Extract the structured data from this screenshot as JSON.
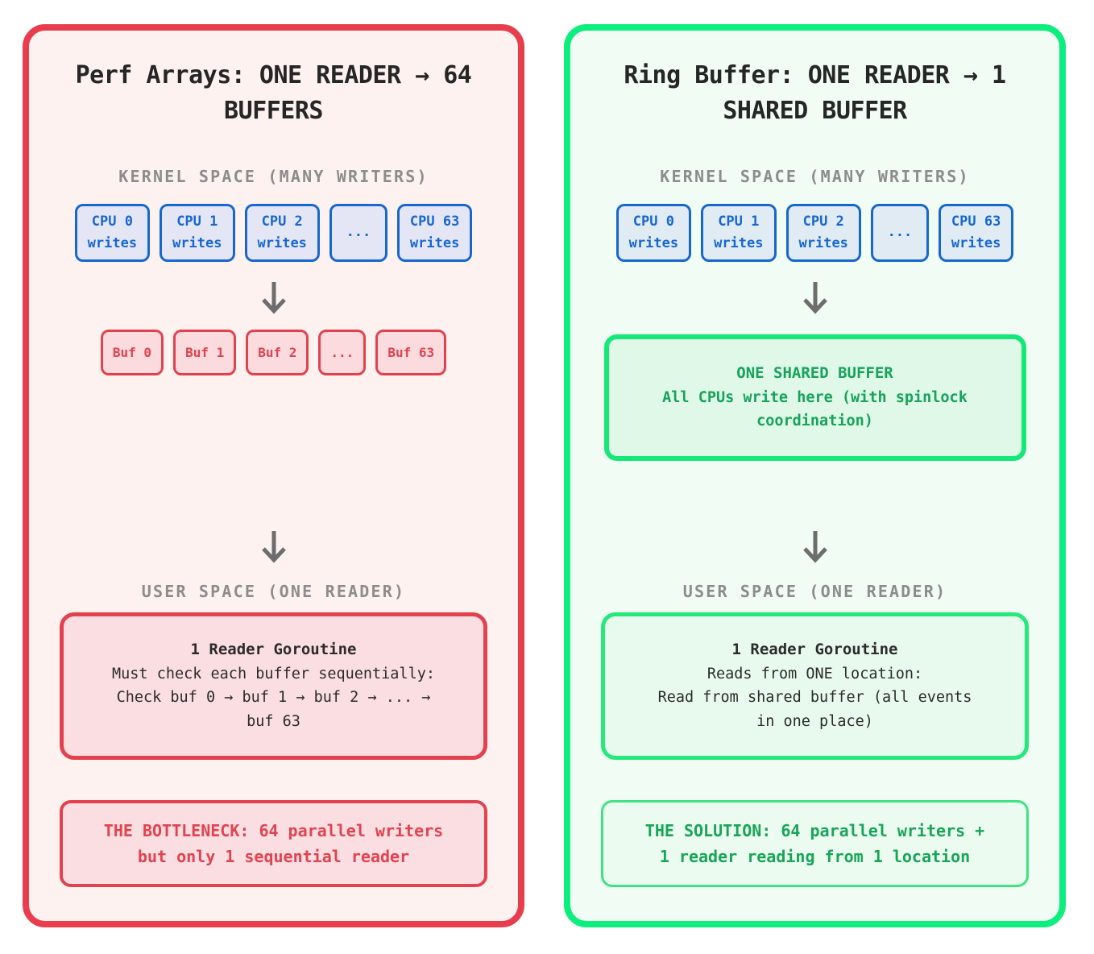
{
  "left_panel": {
    "title": "Perf Arrays: ONE READER → 64 BUFFERS",
    "kernel_label": "KERNEL SPACE (MANY WRITERS)",
    "cpus": [
      {
        "line1": "CPU 0",
        "line2": "writes"
      },
      {
        "line1": "CPU 1",
        "line2": "writes"
      },
      {
        "line1": "CPU 2",
        "line2": "writes"
      },
      {
        "line1": "...",
        "line2": ""
      },
      {
        "line1": "CPU 63",
        "line2": "writes"
      }
    ],
    "bufs": [
      "Buf 0",
      "Buf 1",
      "Buf 2",
      "...",
      "Buf 63"
    ],
    "user_label": "USER SPACE (ONE READER)",
    "reader": {
      "title": "1 Reader Goroutine",
      "line1": "Must check each buffer sequentially:",
      "line2": "Check buf 0 → buf 1 → buf 2 → ... → buf 63"
    },
    "verdict": "THE BOTTLENECK: 64 parallel writers but only 1 sequential reader"
  },
  "right_panel": {
    "title": "Ring Buffer: ONE READER → 1 SHARED BUFFER",
    "kernel_label": "KERNEL SPACE (MANY WRITERS)",
    "cpus": [
      {
        "line1": "CPU 0",
        "line2": "writes"
      },
      {
        "line1": "CPU 1",
        "line2": "writes"
      },
      {
        "line1": "CPU 2",
        "line2": "writes"
      },
      {
        "line1": "...",
        "line2": ""
      },
      {
        "line1": "CPU 63",
        "line2": "writes"
      }
    ],
    "shared_buffer": {
      "title": "ONE SHARED BUFFER",
      "body": "All CPUs write here (with spinlock coordination)"
    },
    "user_label": "USER SPACE (ONE READER)",
    "reader": {
      "title": "1 Reader Goroutine",
      "line1": "Reads from ONE location:",
      "line2": "Read from shared buffer (all events in one place)"
    },
    "verdict": "THE SOLUTION: 64 parallel writers + 1 reader reading from 1 location"
  },
  "colors": {
    "left_border": "#e73d4c",
    "left_bg": "#fdf2f0",
    "right_border": "#0cee7d",
    "right_bg": "#f0fcf4",
    "cpu_blue": "#1767d2",
    "buf_red": "#e2424f",
    "green_text": "#16a35b",
    "gray_label": "#8c8c8c",
    "dark_text": "#262626",
    "arrow_gray": "#6d6d6d"
  }
}
